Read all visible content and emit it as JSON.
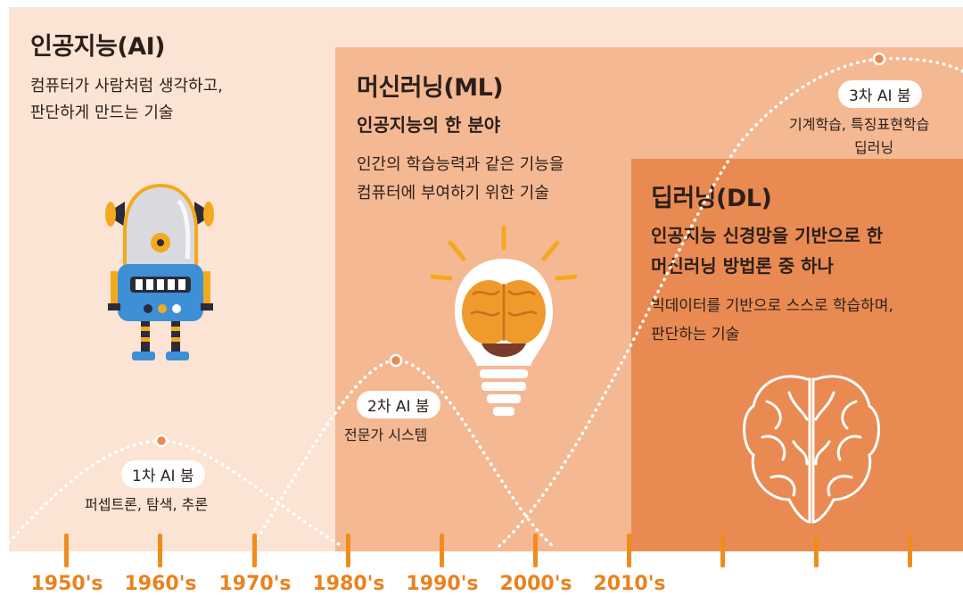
{
  "ai": {
    "title": "인공지능(AI)",
    "desc_line1": "컴퓨터가 사람처럼 생각하고,",
    "desc_line2": "판단하게 만드는 기술"
  },
  "ml": {
    "title": "머신러닝(ML)",
    "subtitle": "인공지능의 한 분야",
    "desc_line1": "인간의 학습능력과 같은 기능을",
    "desc_line2": "컴퓨터에 부여하기 위한 기술"
  },
  "dl": {
    "title": "딥러닝(DL)",
    "subtitle_line1": "인공지능 신경망을 기반으로 한",
    "subtitle_line2": "머신러닝 방법론 중 하나",
    "desc_line1": "빅데이터를 기반으로 스스로 학습하며,",
    "desc_line2": "판단하는 기술"
  },
  "booms": [
    {
      "label": "1차 AI 붐",
      "desc": "퍼셉트론, 탐색, 추론"
    },
    {
      "label": "2차 AI 붐",
      "desc": "전문가 시스템"
    },
    {
      "label": "3차 AI 붐",
      "desc_line1": "기계학습, 특징표현학습",
      "desc_line2": "딥러닝"
    }
  ],
  "timeline": {
    "decades": [
      "1950's",
      "1960's",
      "1970's",
      "1980's",
      "1990's",
      "2000's",
      "2010's"
    ]
  },
  "icons": [
    "robot-icon",
    "lightbulb-brain-icon",
    "brain-icon"
  ],
  "colors": {
    "ai_panel": "#fbe4d4",
    "ml_panel": "#f4b893",
    "dl_panel": "#e98a52",
    "timeline_accent": "#e9821f"
  }
}
